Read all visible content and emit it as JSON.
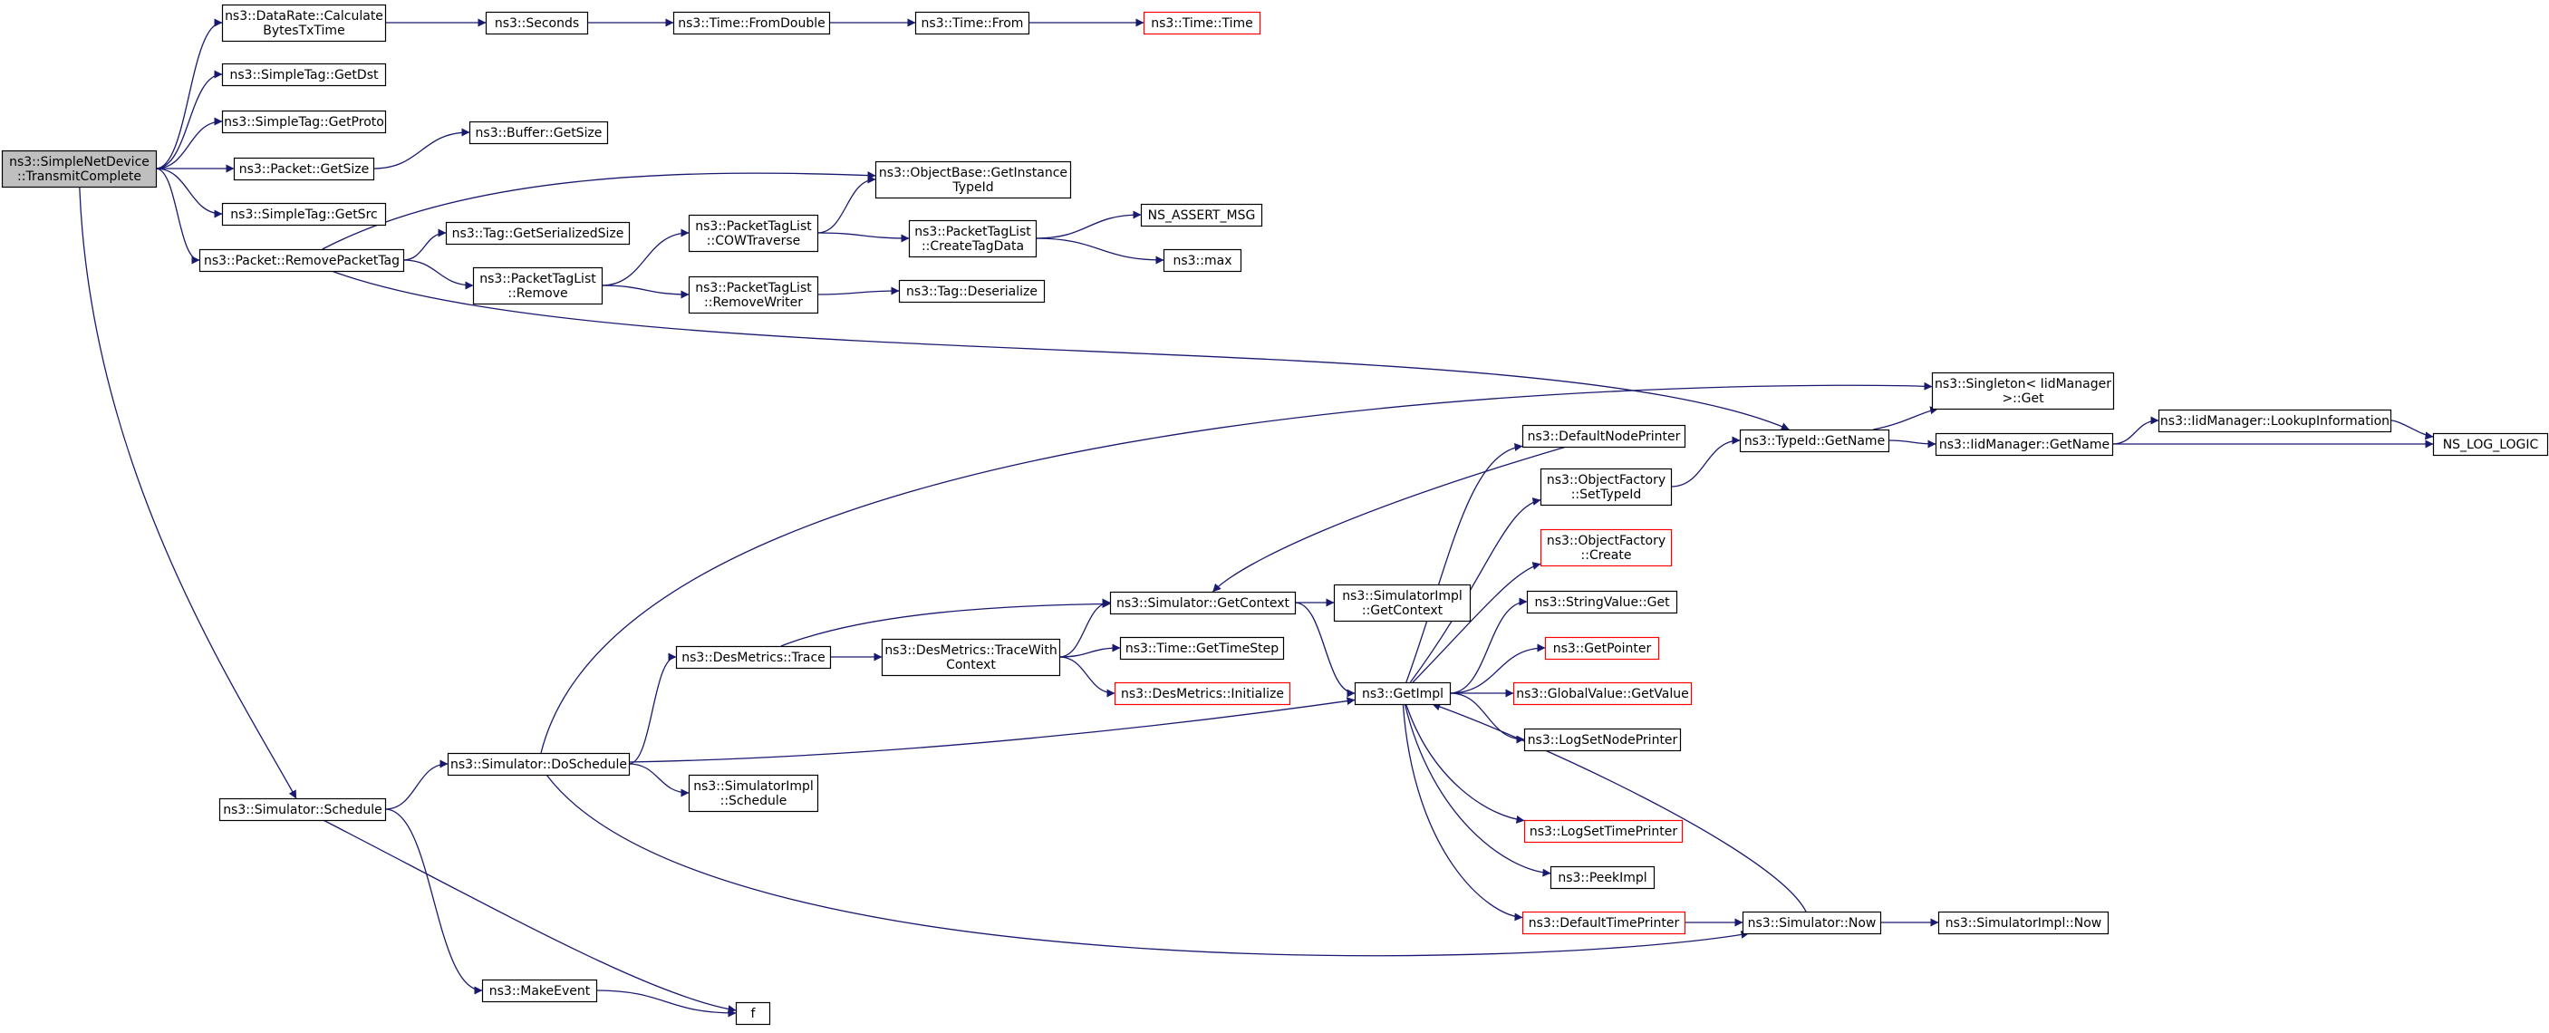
{
  "colors": {
    "edge": "#191970",
    "node_border": "#000000",
    "node_border_truncated": "#ff0000",
    "node_fill": "#ffffff",
    "root_fill": "#bfbfbf"
  },
  "nodes": [
    {
      "id": "transmit_complete",
      "lines": [
        "ns3::SimpleNetDevice",
        "::TransmitComplete"
      ],
      "style": "root"
    },
    {
      "id": "calc_bytes_tx_time",
      "lines": [
        "ns3::DataRate::Calculate",
        "BytesTxTime"
      ],
      "style": "normal"
    },
    {
      "id": "seconds",
      "lines": [
        "ns3::Seconds"
      ],
      "style": "normal"
    },
    {
      "id": "time_from_double",
      "lines": [
        "ns3::Time::FromDouble"
      ],
      "style": "normal"
    },
    {
      "id": "time_from",
      "lines": [
        "ns3::Time::From"
      ],
      "style": "normal"
    },
    {
      "id": "time_time",
      "lines": [
        "ns3::Time::Time"
      ],
      "style": "truncated"
    },
    {
      "id": "simpletag_getdst",
      "lines": [
        "ns3::SimpleTag::GetDst"
      ],
      "style": "normal"
    },
    {
      "id": "simpletag_getproto",
      "lines": [
        "ns3::SimpleTag::GetProto"
      ],
      "style": "normal"
    },
    {
      "id": "packet_getsize",
      "lines": [
        "ns3::Packet::GetSize"
      ],
      "style": "normal"
    },
    {
      "id": "buffer_getsize",
      "lines": [
        "ns3::Buffer::GetSize"
      ],
      "style": "normal"
    },
    {
      "id": "simpletag_getsrc",
      "lines": [
        "ns3::SimpleTag::GetSrc"
      ],
      "style": "normal"
    },
    {
      "id": "packet_removepackettag",
      "lines": [
        "ns3::Packet::RemovePacketTag"
      ],
      "style": "normal"
    },
    {
      "id": "objectbase_getinstancetypeid",
      "lines": [
        "ns3::ObjectBase::GetInstance",
        "TypeId"
      ],
      "style": "normal"
    },
    {
      "id": "tag_getserializedsize",
      "lines": [
        "ns3::Tag::GetSerializedSize"
      ],
      "style": "normal"
    },
    {
      "id": "packettaglist_cowtraverse",
      "lines": [
        "ns3::PacketTagList",
        "::COWTraverse"
      ],
      "style": "normal"
    },
    {
      "id": "packettaglist_createtagdata",
      "lines": [
        "ns3::PacketTagList",
        "::CreateTagData"
      ],
      "style": "normal"
    },
    {
      "id": "ns_assert_msg",
      "lines": [
        "NS_ASSERT_MSG"
      ],
      "style": "normal"
    },
    {
      "id": "max",
      "lines": [
        "ns3::max"
      ],
      "style": "normal"
    },
    {
      "id": "packettaglist_remove",
      "lines": [
        "ns3::PacketTagList",
        "::Remove"
      ],
      "style": "normal"
    },
    {
      "id": "packettaglist_removewriter",
      "lines": [
        "ns3::PacketTagList",
        "::RemoveWriter"
      ],
      "style": "normal"
    },
    {
      "id": "tag_deserialize",
      "lines": [
        "ns3::Tag::Deserialize"
      ],
      "style": "normal"
    },
    {
      "id": "singleton_get",
      "lines": [
        "ns3::Singleton< IidManager",
        " >::Get"
      ],
      "style": "normal"
    },
    {
      "id": "typeid_getname",
      "lines": [
        "ns3::TypeId::GetName"
      ],
      "style": "normal"
    },
    {
      "id": "iidmanager_getname",
      "lines": [
        "ns3::IidManager::GetName"
      ],
      "style": "normal"
    },
    {
      "id": "iidmanager_lookupinformation",
      "lines": [
        "ns3::IidManager::LookupInformation"
      ],
      "style": "normal"
    },
    {
      "id": "ns_log_logic",
      "lines": [
        "NS_LOG_LOGIC"
      ],
      "style": "normal"
    },
    {
      "id": "defaultnodeprinter",
      "lines": [
        "ns3::DefaultNodePrinter"
      ],
      "style": "normal"
    },
    {
      "id": "objectfactory_settypeid",
      "lines": [
        "ns3::ObjectFactory",
        "::SetTypeId"
      ],
      "style": "normal"
    },
    {
      "id": "objectfactory_create",
      "lines": [
        "ns3::ObjectFactory",
        "::Create"
      ],
      "style": "truncated"
    },
    {
      "id": "stringvalue_get",
      "lines": [
        "ns3::StringValue::Get"
      ],
      "style": "normal"
    },
    {
      "id": "getpointer",
      "lines": [
        "ns3::GetPointer"
      ],
      "style": "truncated"
    },
    {
      "id": "globalvalue_getvalue",
      "lines": [
        "ns3::GlobalValue::GetValue"
      ],
      "style": "truncated"
    },
    {
      "id": "logsetnodeprinter",
      "lines": [
        "ns3::LogSetNodePrinter"
      ],
      "style": "normal"
    },
    {
      "id": "logsettimeprinter",
      "lines": [
        "ns3::LogSetTimePrinter"
      ],
      "style": "truncated"
    },
    {
      "id": "peekimpl",
      "lines": [
        "ns3::PeekImpl"
      ],
      "style": "normal"
    },
    {
      "id": "defaulttimeprinter",
      "lines": [
        "ns3::DefaultTimePrinter"
      ],
      "style": "truncated"
    },
    {
      "id": "simulator_now",
      "lines": [
        "ns3::Simulator::Now"
      ],
      "style": "normal"
    },
    {
      "id": "simulatorimpl_now",
      "lines": [
        "ns3::SimulatorImpl::Now"
      ],
      "style": "normal"
    },
    {
      "id": "getimpl",
      "lines": [
        "ns3::GetImpl"
      ],
      "style": "normal"
    },
    {
      "id": "simulator_getcontext",
      "lines": [
        "ns3::Simulator::GetContext"
      ],
      "style": "normal"
    },
    {
      "id": "simulatorimpl_getcontext",
      "lines": [
        "ns3::SimulatorImpl",
        "::GetContext"
      ],
      "style": "normal"
    },
    {
      "id": "desmetrics_trace",
      "lines": [
        "ns3::DesMetrics::Trace"
      ],
      "style": "normal"
    },
    {
      "id": "desmetrics_tracewithcontext",
      "lines": [
        "ns3::DesMetrics::TraceWith",
        "Context"
      ],
      "style": "normal"
    },
    {
      "id": "time_gettimestep",
      "lines": [
        "ns3::Time::GetTimeStep"
      ],
      "style": "normal"
    },
    {
      "id": "desmetrics_initialize",
      "lines": [
        "ns3::DesMetrics::Initialize"
      ],
      "style": "truncated"
    },
    {
      "id": "simulator_doschedule",
      "lines": [
        "ns3::Simulator::DoSchedule"
      ],
      "style": "normal"
    },
    {
      "id": "simulatorimpl_schedule",
      "lines": [
        "ns3::SimulatorImpl",
        "::Schedule"
      ],
      "style": "normal"
    },
    {
      "id": "simulator_schedule",
      "lines": [
        "ns3::Simulator::Schedule"
      ],
      "style": "normal"
    },
    {
      "id": "makeevent",
      "lines": [
        "ns3::MakeEvent"
      ],
      "style": "normal"
    },
    {
      "id": "f",
      "lines": [
        "f"
      ],
      "style": "normal"
    }
  ],
  "edges": [
    [
      "transmit_complete",
      "calc_bytes_tx_time"
    ],
    [
      "transmit_complete",
      "simpletag_getdst"
    ],
    [
      "transmit_complete",
      "simpletag_getproto"
    ],
    [
      "transmit_complete",
      "packet_getsize"
    ],
    [
      "transmit_complete",
      "simpletag_getsrc"
    ],
    [
      "transmit_complete",
      "packet_removepackettag"
    ],
    [
      "transmit_complete",
      "simulator_schedule"
    ],
    [
      "calc_bytes_tx_time",
      "seconds"
    ],
    [
      "seconds",
      "time_from_double"
    ],
    [
      "time_from_double",
      "time_from"
    ],
    [
      "time_from",
      "time_time"
    ],
    [
      "packet_getsize",
      "buffer_getsize"
    ],
    [
      "packet_removepackettag",
      "objectbase_getinstancetypeid"
    ],
    [
      "packet_removepackettag",
      "tag_getserializedsize"
    ],
    [
      "packet_removepackettag",
      "packettaglist_remove"
    ],
    [
      "packet_removepackettag",
      "typeid_getname"
    ],
    [
      "packettaglist_remove",
      "packettaglist_cowtraverse"
    ],
    [
      "packettaglist_remove",
      "packettaglist_removewriter"
    ],
    [
      "packettaglist_cowtraverse",
      "objectbase_getinstancetypeid"
    ],
    [
      "packettaglist_cowtraverse",
      "packettaglist_createtagdata"
    ],
    [
      "packettaglist_createtagdata",
      "ns_assert_msg"
    ],
    [
      "packettaglist_createtagdata",
      "max"
    ],
    [
      "packettaglist_removewriter",
      "tag_deserialize"
    ],
    [
      "typeid_getname",
      "singleton_get"
    ],
    [
      "typeid_getname",
      "iidmanager_getname"
    ],
    [
      "iidmanager_getname",
      "iidmanager_lookupinformation"
    ],
    [
      "iidmanager_getname",
      "ns_log_logic"
    ],
    [
      "iidmanager_lookupinformation",
      "ns_log_logic"
    ],
    [
      "simulator_schedule",
      "simulator_doschedule"
    ],
    [
      "simulator_schedule",
      "makeevent"
    ],
    [
      "simulator_schedule",
      "f"
    ],
    [
      "makeevent",
      "f"
    ],
    [
      "simulator_doschedule",
      "singleton_get"
    ],
    [
      "simulator_doschedule",
      "desmetrics_trace"
    ],
    [
      "simulator_doschedule",
      "getimpl"
    ],
    [
      "simulator_doschedule",
      "simulatorimpl_schedule"
    ],
    [
      "simulator_doschedule",
      "simulator_now"
    ],
    [
      "desmetrics_trace",
      "simulator_getcontext"
    ],
    [
      "desmetrics_trace",
      "desmetrics_tracewithcontext"
    ],
    [
      "desmetrics_tracewithcontext",
      "simulator_getcontext"
    ],
    [
      "desmetrics_tracewithcontext",
      "time_gettimestep"
    ],
    [
      "desmetrics_tracewithcontext",
      "desmetrics_initialize"
    ],
    [
      "simulator_getcontext",
      "simulatorimpl_getcontext"
    ],
    [
      "simulator_getcontext",
      "getimpl"
    ],
    [
      "getimpl",
      "defaultnodeprinter"
    ],
    [
      "getimpl",
      "objectfactory_settypeid"
    ],
    [
      "getimpl",
      "objectfactory_create"
    ],
    [
      "getimpl",
      "stringvalue_get"
    ],
    [
      "getimpl",
      "getpointer"
    ],
    [
      "getimpl",
      "globalvalue_getvalue"
    ],
    [
      "getimpl",
      "logsetnodeprinter"
    ],
    [
      "getimpl",
      "logsettimeprinter"
    ],
    [
      "getimpl",
      "peekimpl"
    ],
    [
      "getimpl",
      "defaulttimeprinter"
    ],
    [
      "defaultnodeprinter",
      "simulator_getcontext"
    ],
    [
      "objectfactory_settypeid",
      "typeid_getname"
    ],
    [
      "defaulttimeprinter",
      "simulator_now"
    ],
    [
      "simulator_now",
      "getimpl"
    ],
    [
      "simulator_now",
      "simulatorimpl_now"
    ]
  ]
}
